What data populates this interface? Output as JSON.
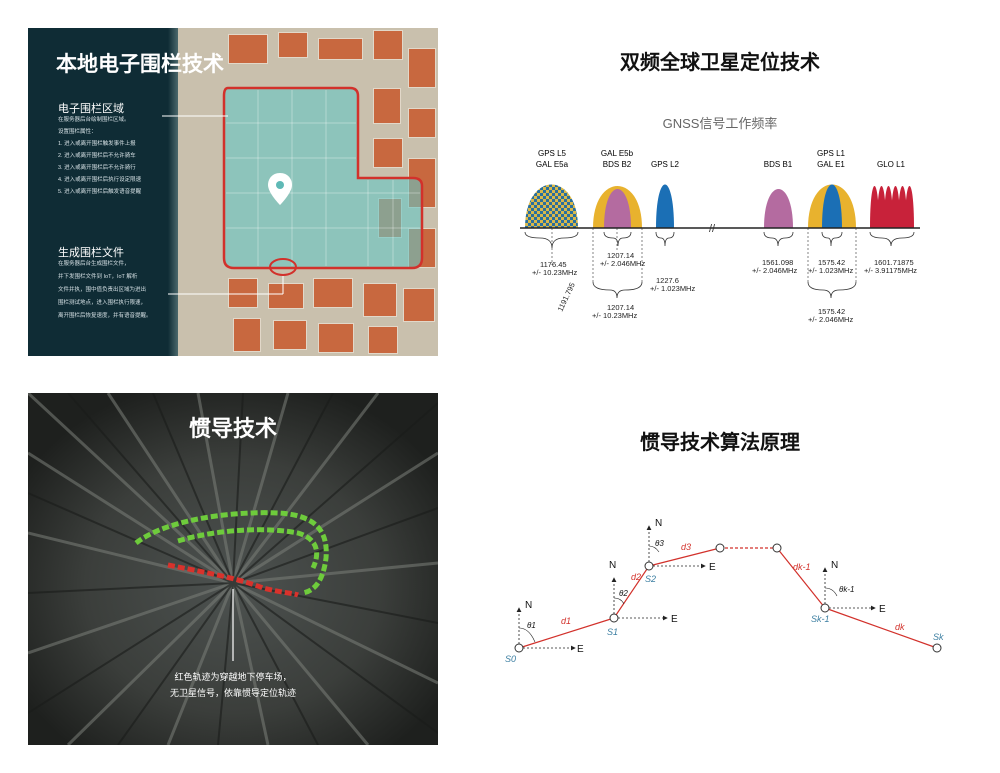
{
  "geofence": {
    "title": "本地电子围栏技术",
    "area_heading": "电子围栏区域",
    "area_lines": [
      "在服务器后台绘制围栏区域。",
      "设置围栏属性：",
      "1. 进入或离开围栏触发事件上报",
      "2. 进入或离开围栏后不允许骑车",
      "3. 进入或离开围栏后不允许骑行",
      "4. 进入或离开围栏后执行设定限速",
      "5. 进入或离开围栏后触发语音提醒"
    ],
    "file_heading": "生成围栏文件",
    "file_lines": [
      "在服务器后台生成围栏文件，",
      "并下发围栏文件到 IoT，IoT 解析",
      "文件并执，围中值负责出区域为进出",
      "围栏测试地点，进入围栏执行限速，",
      "离开围栏后恢复速度，并有语音提醒。"
    ]
  },
  "gnss": {
    "title": "双频全球卫星定位技术",
    "chart_title": "GNSS信号工作频率",
    "signals": [
      {
        "label1": "GPS L5",
        "label2": "GAL E5a"
      },
      {
        "label1": "GAL E5b",
        "label2": "BDS B2"
      },
      {
        "label1": "GPS L2",
        "label2": ""
      },
      {
        "label1": "BDS B1",
        "label2": ""
      },
      {
        "label1": "GPS L1",
        "label2": "GAL E1"
      },
      {
        "label1": "GLO L1",
        "label2": ""
      }
    ],
    "freqs": [
      {
        "value": "1176.45",
        "bw": "+/- 10.23MHz"
      },
      {
        "value": "1207.14",
        "bw": "+/- 2.046MHz"
      },
      {
        "value": "1191.795",
        "bw": ""
      },
      {
        "value": "1207.14",
        "bw": "+/- 10.23MHz"
      },
      {
        "value": "1227.6",
        "bw": "+/- 1.023MHz"
      },
      {
        "value": "1561.098",
        "bw": "+/- 2.046MHz"
      },
      {
        "value": "1575.42",
        "bw": "+/- 1.023MHz"
      },
      {
        "value": "1601.71875",
        "bw": "+/- 3.91175MHz"
      },
      {
        "value": "1575.42",
        "bw": "+/- 2.046MHz"
      }
    ],
    "colors": {
      "gps": "#1b6fb5",
      "gal": "#e8b22e",
      "bds": "#b46ba0",
      "glo": "#c8223a",
      "l5": "#cfb64a"
    }
  },
  "ins": {
    "title": "惯导技术",
    "caption1": "红色轨迹为穿越地下停车场，",
    "caption2": "无卫星信号，依靠惯导定位轨迹",
    "colors": {
      "green": "#6ecb3c",
      "red": "#d8322c"
    }
  },
  "algo": {
    "title": "惯导技术算法原理",
    "n": "N",
    "e": "E",
    "s0": "S0",
    "s1": "S1",
    "s2": "S2",
    "sk1": "Sk-1",
    "sk": "Sk",
    "d1": "d1",
    "d2": "d2",
    "d3": "d3",
    "dk1": "dk-1",
    "dk": "dk",
    "t1": "θ1",
    "t2": "θ2",
    "t3": "θ3",
    "tk1": "θk-1"
  }
}
